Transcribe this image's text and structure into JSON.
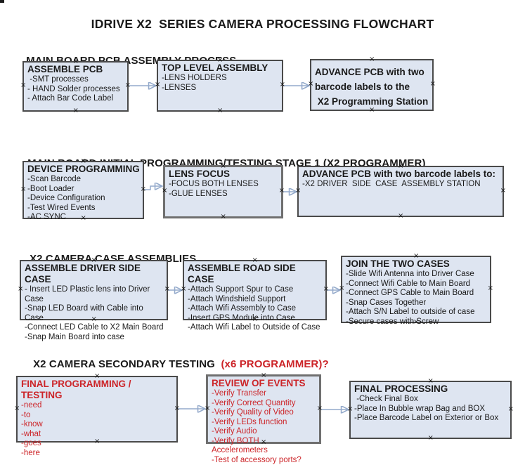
{
  "flowchart": {
    "title": "IDRIVE X2  SERIES CAMERA PROCESSING FLOWCHART",
    "icons": {
      "connection_point": "×",
      "arrow": "right-arrowhead"
    },
    "colors": {
      "box_fill": "#dee5f1",
      "box_border": "#4a4a4a",
      "box_border_emphasis": "#6f6f6f",
      "red_text": "#cc2428",
      "arrow_line": "#94aacb",
      "arrow_head": "#41619f",
      "text": "#1a1a1a"
    },
    "sections": [
      {
        "heading": "MAIN BOARD PCB ASSEMBLY PROCESS",
        "boxes": [
          {
            "title": "ASSEMBLE PCB",
            "items": [
              " -SMT processes",
              "- HAND Solder processes",
              "- Attach Bar Code Label"
            ]
          },
          {
            "title": "TOP LEVEL ASSEMBLY",
            "items": [
              "-LENS HOLDERS",
              "-LENSES"
            ]
          },
          {
            "title": "ADVANCE PCB with two\nbarcode labels to the\n X2 Programming Station",
            "items": []
          }
        ]
      },
      {
        "heading": "MAIN BOARD INITIAL PROGRAMMING/TESTING STAGE 1 (X2 PROGRAMMER)",
        "boxes": [
          {
            "title": "DEVICE PROGRAMMING",
            "items": [
              "-Scan Barcode",
              "-Boot Loader",
              "-Device Configuration",
              "-Test Wired Events",
              "-AC SYNC"
            ]
          },
          {
            "title": "LENS FOCUS",
            "items": [
              "-FOCUS BOTH LENSES",
              "-GLUE LENSES"
            ]
          },
          {
            "title": "ADVANCE PCB with two barcode labels to:",
            "items": [
              "-X2 DRIVER  SIDE  CASE  ASSEMBLY STATION"
            ]
          }
        ]
      },
      {
        "heading": "X2 CAMERA CASE ASSEMBLIES",
        "boxes": [
          {
            "title": "ASSEMBLE DRIVER SIDE CASE",
            "items": [
              "- Insert LED Plastic lens into Driver Case",
              "-Snap LED Board with Cable into Case",
              "-Connect LED Cable to X2 Main Board",
              "-Snap Main Board into case"
            ]
          },
          {
            "title": "ASSEMBLE ROAD SIDE CASE",
            "items": [
              "-Attach Support Spur to Case",
              "-Attach Windshield Support",
              "-Attach Wifi Assembly to Case",
              "-Insert GPS Module into Case",
              "-Attach Wifi Label to Outside of Case"
            ]
          },
          {
            "title": "JOIN THE TWO CASES",
            "items": [
              "-Slide Wifi Antenna into Driver Case",
              "-Connect Wifi Cable to Main Board",
              "-Connect GPS Cable to Main Board",
              "-Snap Cases Together",
              "-Attach S/N Label to outside of case",
              "-Secure cases with Screw"
            ]
          }
        ]
      },
      {
        "heading": "X2 CAMERA SECONDARY TESTING",
        "heading_suffix": "  (x6 PROGRAMMER)?",
        "boxes": [
          {
            "title": "FINAL PROGRAMMING / TESTING",
            "items": [
              "-need",
              "-to",
              "-know",
              "-what",
              "-goes",
              "-here"
            ]
          },
          {
            "title": "REVIEW OF EVENTS",
            "items": [
              "-Verify Transfer",
              "-Verify Correct Quantity",
              "-Verify Quality of Video",
              "-Verify LEDs function",
              "-Verify Audio",
              "-Verify BOTH Accelerometers",
              "-Test of accessory ports?"
            ]
          },
          {
            "title": "FINAL PROCESSING",
            "items": [
              " -Check Final Box",
              "-Place In Bubble wrap Bag and BOX",
              "-Place Barcode Label on Exterior or Box"
            ]
          }
        ]
      }
    ]
  }
}
